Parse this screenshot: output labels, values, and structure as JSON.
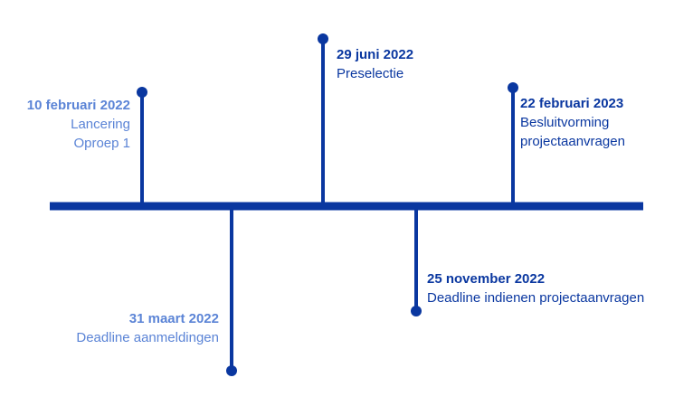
{
  "colors": {
    "primary": "#0a37a0",
    "past": "#5b84d6"
  },
  "milestones": [
    {
      "date": "10 februari 2022",
      "lines": [
        "Lancering",
        "Oproep 1"
      ],
      "status": "past"
    },
    {
      "date": "31 maart 2022",
      "lines": [
        "Deadline aanmeldingen"
      ],
      "status": "past"
    },
    {
      "date": "29 juni 2022",
      "lines": [
        "Preselectie"
      ],
      "status": "upcoming"
    },
    {
      "date": "25 november 2022",
      "lines": [
        "Deadline indienen projectaanvragen"
      ],
      "status": "upcoming"
    },
    {
      "date": "22 februari 2023",
      "lines": [
        "Besluitvorming",
        "projectaanvragen"
      ],
      "status": "upcoming"
    }
  ]
}
